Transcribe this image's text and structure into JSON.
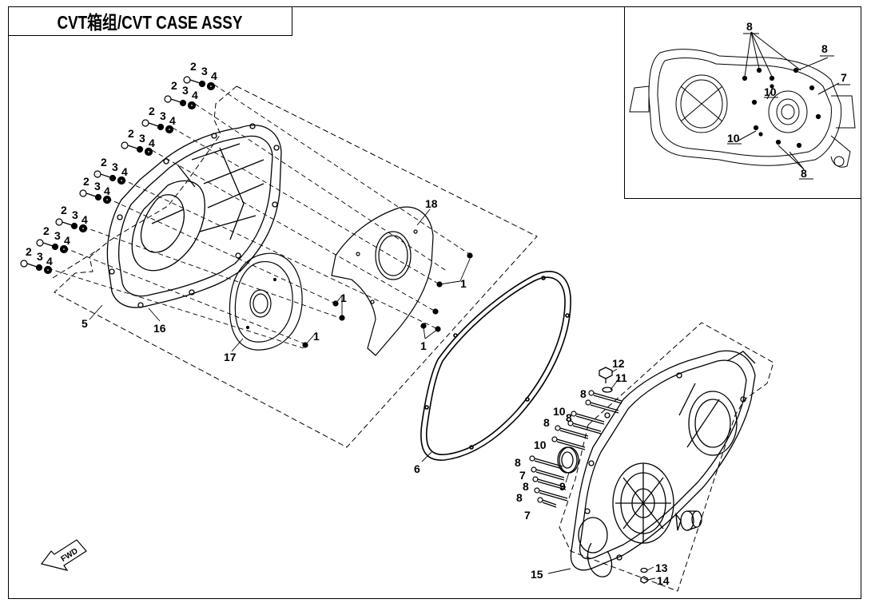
{
  "title": "CVT箱组/CVT CASE ASSY",
  "fwd_label": "FWD",
  "callouts": {
    "c1": "1",
    "c2": "2",
    "c3": "3",
    "c4": "4",
    "c5": "5",
    "c6": "6",
    "c7": "7",
    "c8": "8",
    "c9": "9",
    "c10": "10",
    "c11": "11",
    "c12": "12",
    "c13": "13",
    "c14": "14",
    "c15": "15",
    "c16": "16",
    "c17": "17",
    "c18": "18"
  }
}
